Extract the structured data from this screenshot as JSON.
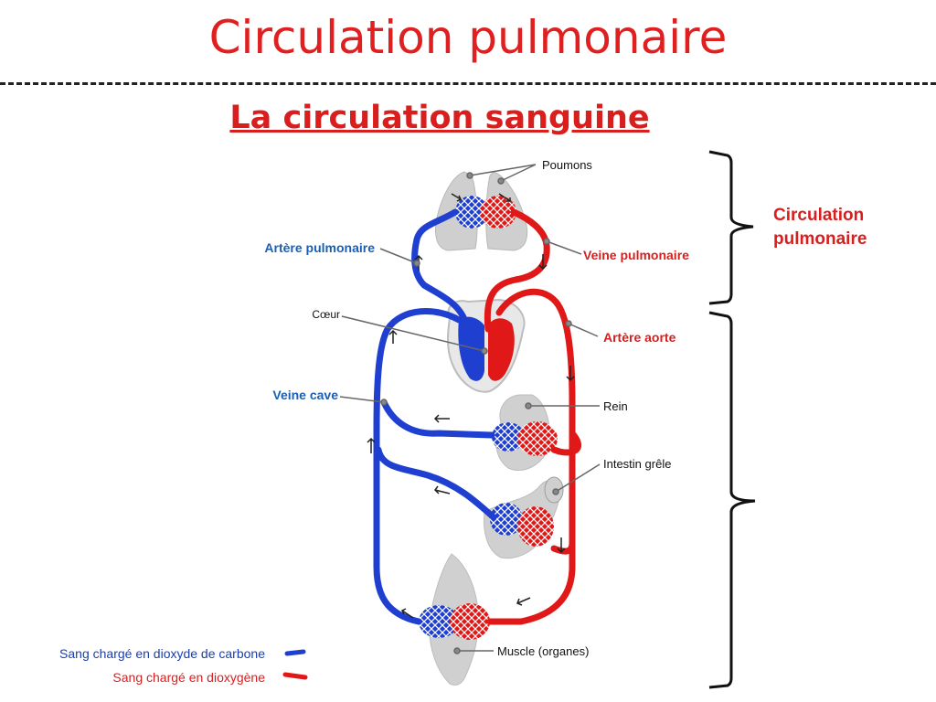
{
  "title": "Circulation pulmonaire",
  "subtitle": "La circulation sanguine",
  "labels": {
    "poumons": "Poumons",
    "artere_pulmonaire": "Artère pulmonaire",
    "veine_pulmonaire": "Veine pulmonaire",
    "coeur": "Cœur",
    "artere_aorte": "Artère aorte",
    "veine_cave": "Veine cave",
    "rein": "Rein",
    "intestin": "Intestin grêle",
    "muscle": "Muscle (organes)"
  },
  "brace_label": "Circulation pulmonaire",
  "legend": {
    "co2": "Sang chargé en dioxyde de carbone",
    "o2": "Sang chargé en dioxygène"
  },
  "colors": {
    "title": "#e02020",
    "blue_blood": "#1f3fd0",
    "red_blood": "#e01818",
    "organ_gray": "#cfcfcf",
    "label_blue": "#1a5fb4",
    "label_red": "#d91e1e"
  }
}
